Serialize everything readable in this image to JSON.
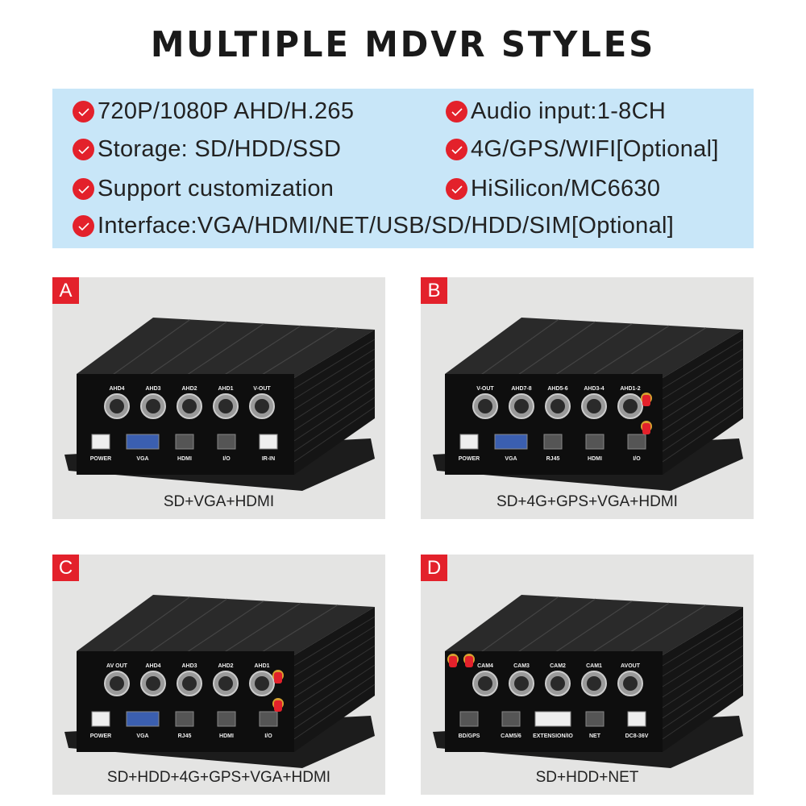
{
  "title": "MULTIPLE MDVR STYLES",
  "accent_color": "#e3212b",
  "features_bg": "#c8e6f8",
  "features": [
    {
      "icon": "check-circle-icon",
      "text": "720P/1080P AHD/H.265"
    },
    {
      "icon": "check-circle-icon",
      "text": "Audio input:1-8CH"
    },
    {
      "icon": "check-circle-icon",
      "text": "Storage: SD/HDD/SSD"
    },
    {
      "icon": "check-circle-icon",
      "text": "4G/GPS/WIFI[Optional]"
    },
    {
      "icon": "check-circle-icon",
      "text": "Support customization"
    },
    {
      "icon": "check-circle-icon",
      "text": "HiSilicon/MC6630"
    },
    {
      "icon": "check-circle-icon",
      "text": "Interface:VGA/HDMI/NET/USB/SD/HDD/SIM[Optional]"
    }
  ],
  "products": [
    {
      "letter": "A",
      "caption": "SD+VGA+HDMI",
      "ports": [
        "AHD4",
        "AHD3",
        "AHD2",
        "AHD1",
        "V-OUT"
      ],
      "bottom_ports": [
        "POWER",
        "VGA",
        "HDMI",
        "I/O",
        "IR-IN"
      ],
      "antennas": 0
    },
    {
      "letter": "B",
      "caption": "SD+4G+GPS+VGA+HDMI",
      "ports": [
        "V-OUT",
        "AHD7-8",
        "AHD5-6",
        "AHD3-4",
        "AHD1-2"
      ],
      "bottom_ports": [
        "POWER",
        "VGA",
        "RJ45",
        "HDMI",
        "I/O"
      ],
      "antennas": 2
    },
    {
      "letter": "C",
      "caption": "SD+HDD+4G+GPS+VGA+HDMI",
      "ports": [
        "AV OUT",
        "AHD4",
        "AHD3",
        "AHD2",
        "AHD1"
      ],
      "bottom_ports": [
        "POWER",
        "VGA",
        "RJ45",
        "HDMI",
        "I/O"
      ],
      "antennas": 2
    },
    {
      "letter": "D",
      "caption": "SD+HDD+NET",
      "ports": [
        "CAM4",
        "CAM3",
        "CAM2",
        "CAM1",
        "AVOUT"
      ],
      "bottom_ports": [
        "BD/GPS",
        "CAM5/6",
        "EXTENSION/IO",
        "NET",
        "DC8-36V"
      ],
      "antennas": 2
    }
  ]
}
